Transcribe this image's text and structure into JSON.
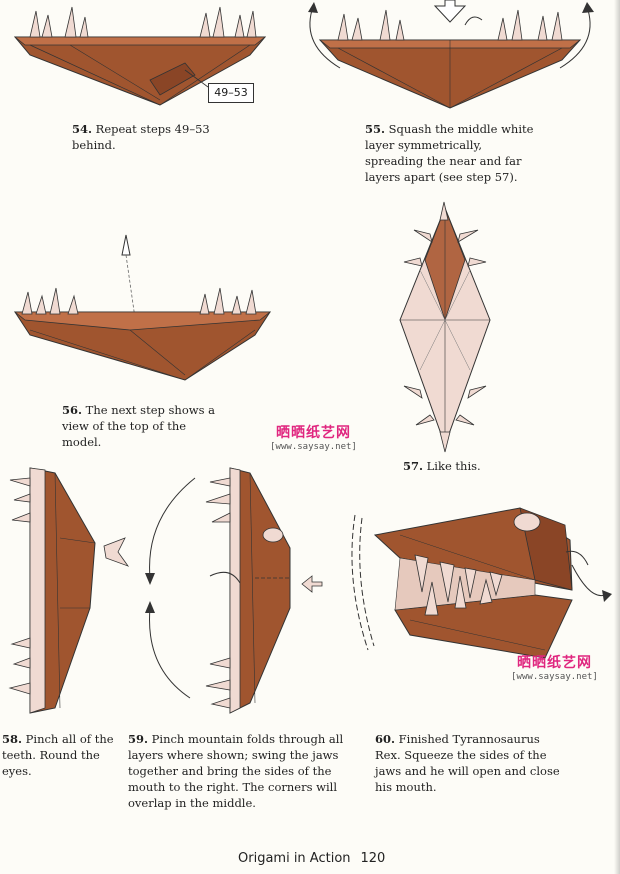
{
  "steps": [
    {
      "num": "54.",
      "text": "Repeat steps 49–53 behind."
    },
    {
      "num": "55.",
      "text": "Squash the middle white layer symmetrically, spreading the near and far layers apart (see step 57)."
    },
    {
      "num": "56.",
      "text": "The next step shows a view of the top of the model."
    },
    {
      "num": "57.",
      "text": "Like this."
    },
    {
      "num": "58.",
      "text": "Pinch all of the teeth. Round the eyes."
    },
    {
      "num": "59.",
      "text": "Pinch mountain folds through all layers where shown; swing the jaws together and bring the sides of the mouth to the right. The corners will overlap in the middle."
    },
    {
      "num": "60.",
      "text": "Finished Tyrannosaurus Rex. Squeeze the sides of the jaws and he will open and close his mouth."
    }
  ],
  "ref_label": "49–53",
  "watermark": {
    "title": "晒晒纸艺网",
    "url": "[www.saysay.net]"
  },
  "footer": {
    "book": "Origami in Action",
    "page": "120"
  },
  "colors": {
    "paper_brown": "#a0552f",
    "paper_dark": "#7a3c1f",
    "paper_white": "#f0dad2"
  }
}
